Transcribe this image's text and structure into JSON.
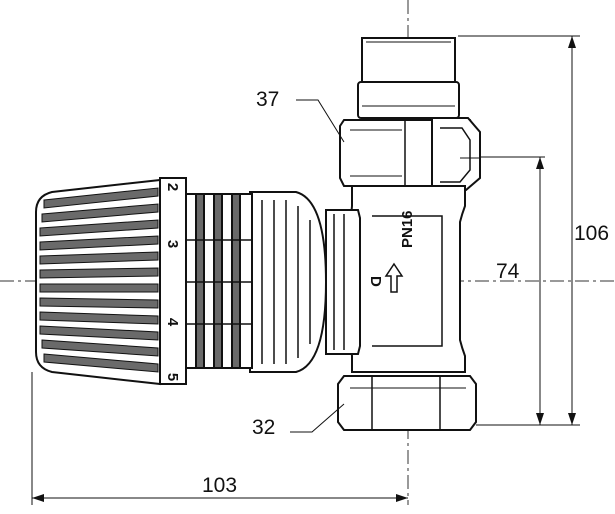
{
  "dimensions": {
    "overall_height": "106",
    "body_height": "74",
    "overall_width": "103"
  },
  "callouts": {
    "upper_nut": "37",
    "lower_nut": "32"
  },
  "knob_scale": [
    "2",
    "3",
    "4",
    "5"
  ],
  "body_marking": {
    "pressure": "PN16",
    "flow": "D"
  },
  "colors": {
    "line": "#111111",
    "centerline": "#333333",
    "fill": "#ffffff",
    "shade": "#6a6a6a"
  }
}
